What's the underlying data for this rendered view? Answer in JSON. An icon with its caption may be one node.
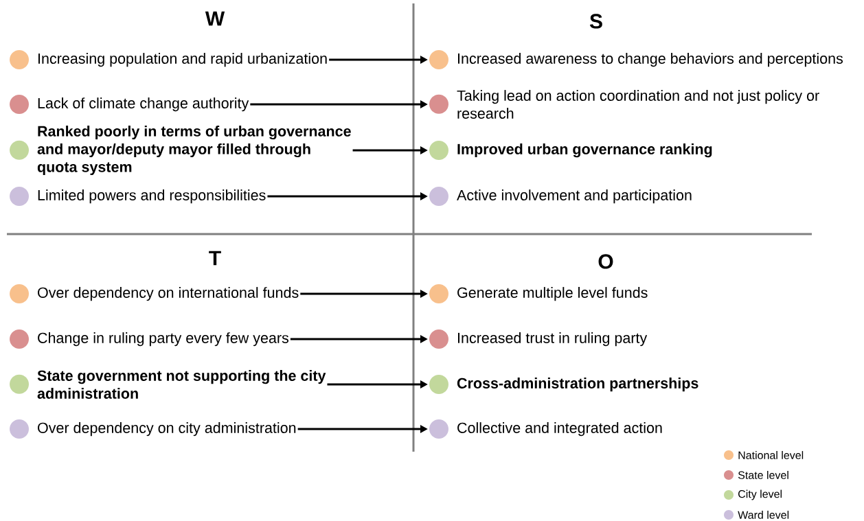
{
  "diagram": {
    "nodes": [
      {
        "text": [
          "Increasing population and rapid urbanization"
        ]
      },
      {
        "text": [
          "Lack of climate change authority"
        ]
      },
      {
        "text": [
          "Ranked poorly in terms of urban governance and mayor/deputy mayor filled through quota system"
        ]
      },
      {
        "text": [
          "Limited powers and responsibilities"
        ]
      },
      {
        "text": [
          "Increased awareness to change behaviors and perceptions"
        ]
      },
      {
        "text": [
          "Taking lead on action coordination and not just policy or research"
        ]
      },
      {
        "text": [
          "Improved urban governance ranking"
        ]
      },
      {
        "text": [
          "Active involvement and participation"
        ]
      },
      {
        "text": [
          "Over dependency on international funds"
        ]
      },
      {
        "text": [
          "Change in ruling party every few years"
        ]
      },
      {
        "text": [
          "State government not supporting the city administration"
        ]
      },
      {
        "text": [
          "Over dependency on city administration"
        ]
      },
      {
        "text": [
          "Generate multiple level funds"
        ]
      },
      {
        "text": [
          "Increased trust in ruling party"
        ]
      },
      {
        "text": [
          "Cross-administration partnerships"
        ]
      },
      {
        "text": [
          "Collective and integrated action"
        ]
      }
    ],
    "edges": [
      {
        "from": 0,
        "to": 4,
        "arrow": "to"
      },
      {
        "from": 1,
        "to": 5,
        "arrow": "to"
      },
      {
        "from": 2,
        "to": 6,
        "arrow": "to"
      },
      {
        "from": 3,
        "to": 7,
        "arrow": "to"
      },
      {
        "from": 8,
        "to": 12,
        "arrow": "to"
      },
      {
        "from": 9,
        "to": 13,
        "arrow": "to"
      },
      {
        "from": 10,
        "to": 14,
        "arrow": "to"
      },
      {
        "from": 11,
        "to": 15,
        "arrow": "to"
      }
    ],
    "labels": [
      "W",
      "S",
      "T",
      "O"
    ],
    "legend": [
      {
        "text": "National level",
        "color": "#f8c08c"
      },
      {
        "text": "State level",
        "color": "#d98f8f"
      },
      {
        "text": "City level",
        "color": "#c2d89c"
      },
      {
        "text": "Ward level",
        "color": "#cbbfdc"
      }
    ]
  }
}
